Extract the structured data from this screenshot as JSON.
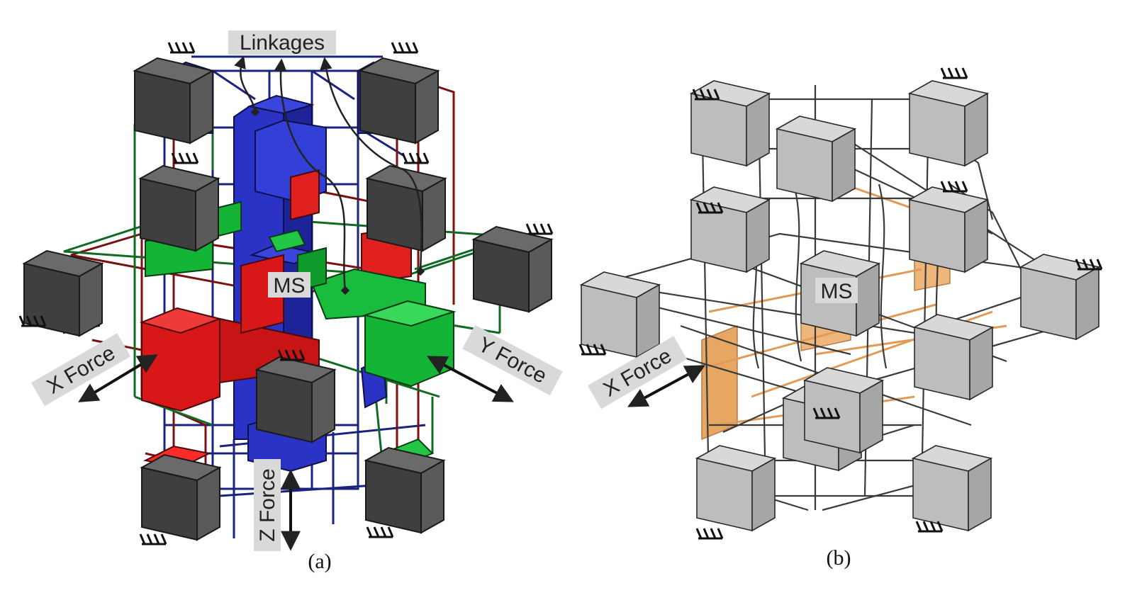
{
  "panel_a": {
    "labels": {
      "linkages": "Linkages",
      "ms": "MS",
      "x_force": "X Force",
      "y_force": "Y Force",
      "z_force": "Z Force"
    },
    "caption": "(a)",
    "colors": {
      "x_axis": "#e01f1f",
      "y_axis": "#14b437",
      "z_axis": "#2233cc",
      "fixed_block": "#4d4d4d"
    }
  },
  "panel_b": {
    "labels": {
      "ms": "MS",
      "x_force": "X Force"
    },
    "caption": "(b)",
    "colors": {
      "block": "#bdbdbd",
      "deformed_stage": "#e08a2e"
    }
  }
}
